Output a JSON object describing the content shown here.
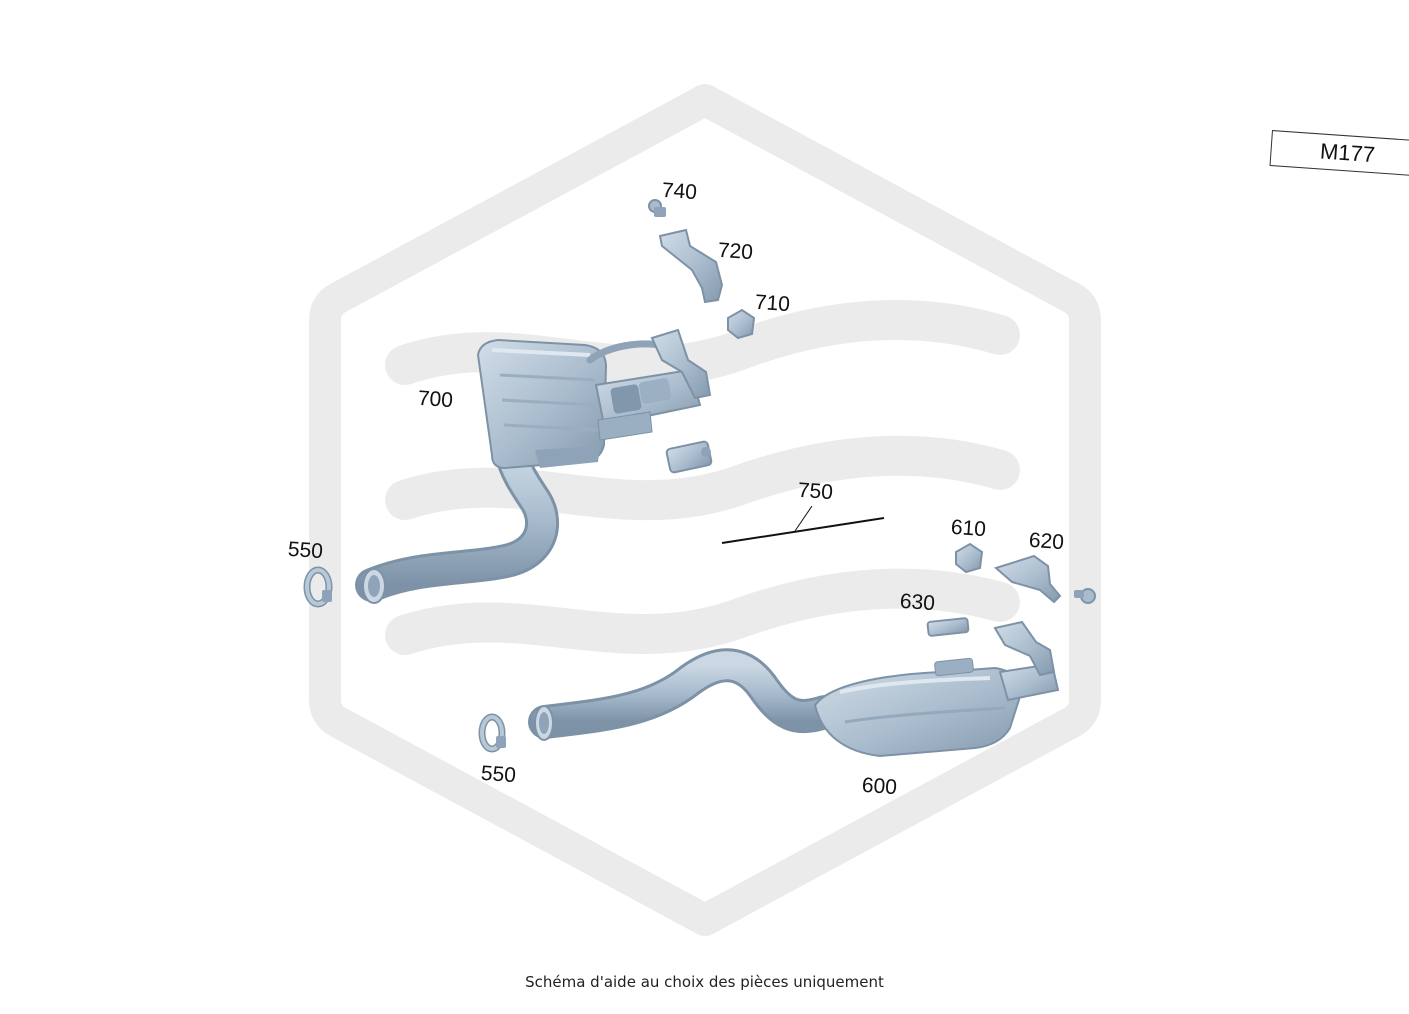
{
  "diagram": {
    "engine_code": "M177",
    "footer_note": "Schéma d'aide au choix des pièces uniquement",
    "colors": {
      "part_fill": "#a9bccd",
      "part_light": "#c9d6e2",
      "part_dark": "#7f94a8",
      "watermark": "#ebebeb",
      "line": "#111111"
    },
    "callouts": {
      "p740": "740",
      "p720": "720",
      "p710": "710",
      "p700": "700",
      "p750": "750",
      "p610": "610",
      "p620": "620",
      "p630": "630",
      "p550_left": "550",
      "p550_bottom": "550",
      "p600": "600"
    }
  }
}
